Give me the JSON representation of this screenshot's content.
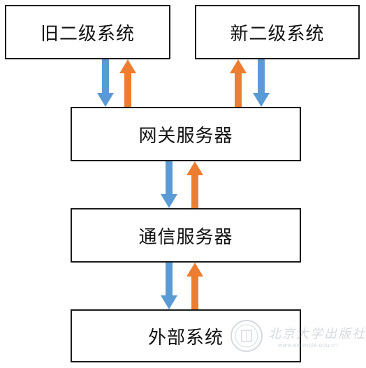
{
  "diagram": {
    "boxes": {
      "old_subsystem": "旧二级系统",
      "new_subsystem": "新二级系统",
      "gateway_server": "网关服务器",
      "communication_server": "通信服务器",
      "external_system": "外部系统"
    },
    "arrow_colors": {
      "downward": "#5b9bd5",
      "upward": "#ed7d31"
    }
  },
  "watermark": {
    "text": "北京大学出版社",
    "url": "www.example.edu.cn"
  }
}
